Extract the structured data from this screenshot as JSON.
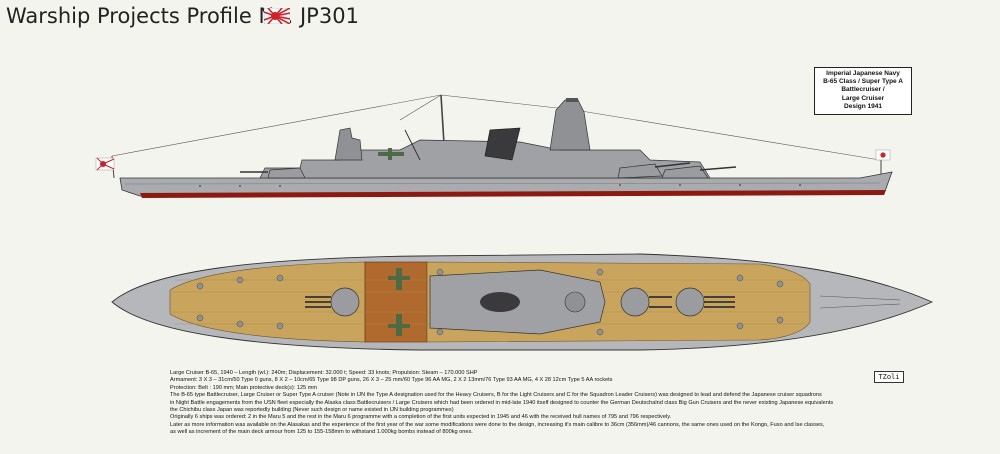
{
  "title": "Warship Projects Profile No. JP301",
  "infobox": {
    "lines": [
      "Imperial Japanese Navy",
      "B-65 Class / Super Type A",
      "Battlecruiser /",
      "Large Cruiser",
      "Design 1941"
    ]
  },
  "signature": "TZoli",
  "description": {
    "lines": [
      "Large Cruiser B-65, 1940 – Length (wl.): 240m; Displacement: 32.000 t; Speed: 33 knots; Propulsion: Steam – 170.000 SHP",
      "Armament: 3 X 3 – 31cm/50 Type 0 guns, 8 X 2 – 10cm/65 Type 98 DP guns, 26 X 3 – 25 mm/60 Type 96 AA MG,  2 X 2 13mm/76 Type 93 AA MG, 4 X 28 12cm Type 5 AA rockets",
      "Protection: Belt : 190 mm; Main protective deck(s): 125 mm",
      "The B-65 type Battlecruiser, Large Cruiser or Super Type A cruiser (Note in IJN the Type A designation used for the Heavy Cruisers, B for the Light Cruisers and C for the Squadron Leader Cruisers) was designed to lead and defend the Japanese cruiser squadrons",
      "in Night Battle engagements from the USN fleet especially the Alaska class Battlecruisers / Large Cruisers which had been ordered in mid-late 1940 itself designed to counter the German Deutschalnd class Big Gun Cruisers and the never existing Japanese equivalents",
      "the Chichibu class Japan was reportedly building (Never such design or name existed in IJN building programmes)",
      "Originally 6 ships was ordered: 2 in the Maru 5 and the rest in the Maru 6 programme with a completion of the first units expected in 1945 and 46 with the received hull names of 795 and 796 respectively.",
      "Later as more information was available on the Alasakas and the experience of the first year of the war some modifications were done to the design, increasing it's main calibre to 36cm (356mm)/46 cannons, the same ones used on the Kongo, Fuso and Ise classes,",
      "as well as increment of the main deck armour from 125 to 155-158mm to withstand 1.000kg bombs instead of 800kg ones."
    ]
  },
  "colors": {
    "hull": "#a9abae",
    "deck_wood": "#c9a45c",
    "deck_steel": "#b5b7ba",
    "deck_rust": "#b06a2e",
    "boot_topping": "#8c1a12",
    "flag_red": "#d0202a"
  },
  "icons": [
    "rising-sun-naval-ensign-icon",
    "hinomaru-jack-icon",
    "seaplane-icon"
  ]
}
